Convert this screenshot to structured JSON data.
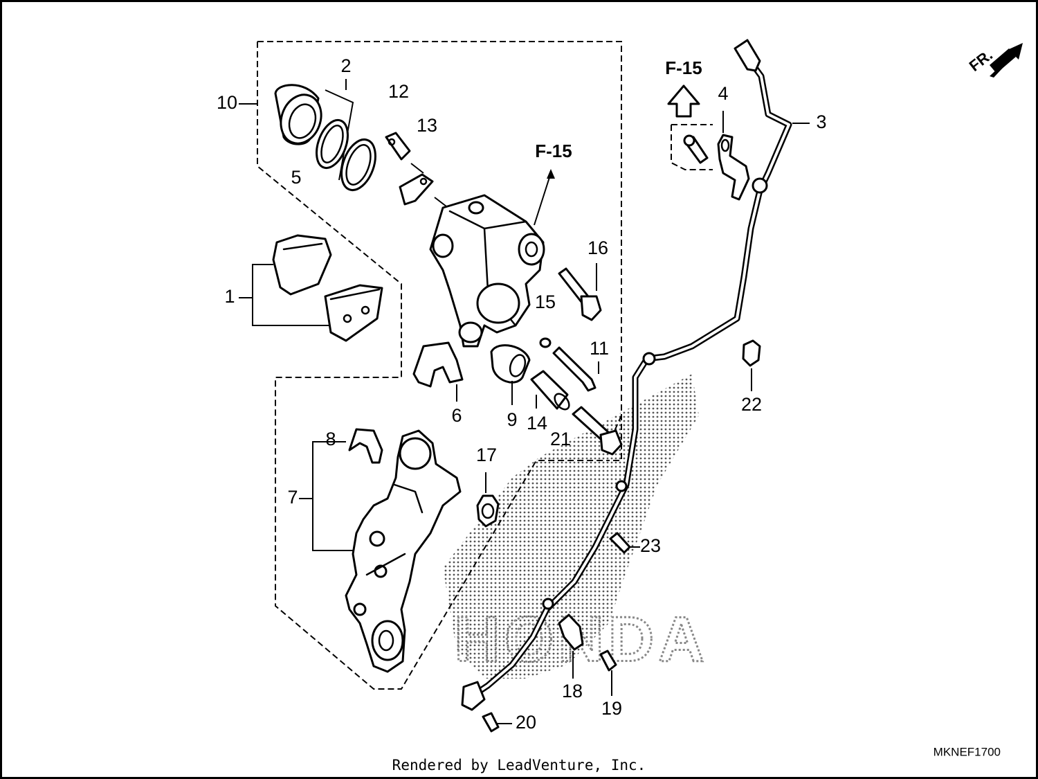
{
  "diagram": {
    "callouts": [
      "1",
      "2",
      "3",
      "4",
      "5",
      "6",
      "7",
      "8",
      "9",
      "10",
      "11",
      "12",
      "13",
      "14",
      "15",
      "16",
      "17",
      "18",
      "19",
      "20",
      "21",
      "22",
      "23"
    ],
    "references": [
      "F-15",
      "F-15"
    ],
    "direction_label": "FR.",
    "diagram_code": "MKNEF1700",
    "credit": "Rendered by LeadVenture, Inc.",
    "watermark_text": "HONDA"
  }
}
